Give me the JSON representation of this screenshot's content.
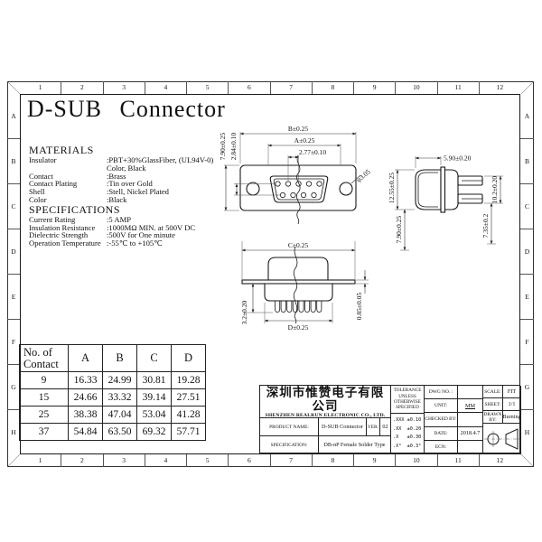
{
  "title": "D-SUB Connector",
  "frame": {
    "cols": [
      "1",
      "2",
      "3",
      "4",
      "5",
      "6",
      "7",
      "8",
      "9",
      "10",
      "11",
      "12"
    ],
    "rows": [
      "A",
      "B",
      "C",
      "D",
      "E",
      "F",
      "G",
      "H"
    ]
  },
  "materials": {
    "heading": "MATERIALS",
    "rows": [
      {
        "label": "Insulator",
        "value": ":PBT+30%GlassFiber, (UL94V-0)"
      },
      {
        "label": "",
        "value": " Color, Black"
      },
      {
        "label": "Contact",
        "value": ":Brass"
      },
      {
        "label": "Contact Plating",
        "value": ":Tin over Gold"
      },
      {
        "label": "Shell",
        "value": ":Stell, Nickel Plated"
      },
      {
        "label": "Color",
        "value": ":Black"
      }
    ]
  },
  "specifications": {
    "heading": "SPECIFICATIONS",
    "rows": [
      {
        "label": "Current Rating",
        "value": ":5 AMP"
      },
      {
        "label": "Insulation Resistance",
        "value": ":1000MΩ MIN. at 500V DC"
      },
      {
        "label": "Dielectric Strength",
        "value": ":500V for One minute"
      },
      {
        "label": "Operation Temperature",
        "value": ":-55℃ to +105℃"
      }
    ]
  },
  "contact_table": {
    "corner_header": "No. of\nContact",
    "cols": [
      "A",
      "B",
      "C",
      "D"
    ],
    "rows": [
      [
        "9",
        "16.33",
        "24.99",
        "30.81",
        "19.28"
      ],
      [
        "15",
        "24.66",
        "33.32",
        "39.14",
        "27.51"
      ],
      [
        "25",
        "38.38",
        "47.04",
        "53.04",
        "41.28"
      ],
      [
        "37",
        "54.84",
        "63.50",
        "69.32",
        "57.71"
      ]
    ]
  },
  "front_view": {
    "dim_b": "B±0.25",
    "dim_a": "A±0.25",
    "dim_pitch": "2.77±0.10",
    "dim_height": "7.90±0.25",
    "dim_row_gap": "2.84±0.10",
    "dim_hole": "φ3.05"
  },
  "side_view": {
    "dim_front_depth": "5.90±0.20",
    "dim_height": "12.55±0.25",
    "dim_lower": "7.90±0.25",
    "dim_pin_span": "10.2±0.20",
    "dim_rear": "7.35±0.2"
  },
  "bottom_view": {
    "dim_c": "C±0.25",
    "dim_d": "D±0.25",
    "dim_flange": "0.85±0.05",
    "dim_pin_len": "3.2±0.20"
  },
  "title_block": {
    "company_cn": "深圳市惟赞电子有限公司",
    "company_en": "SHENZHEN REALRUN ELECTRONIC CO., LTD.",
    "product_label": "PRODUCT NAME:",
    "product_value": "D-SUB Connector",
    "ver_label": "VER:",
    "ver_value": "02",
    "spec_label": "SPECIFICATION:",
    "spec_value": "DB-nP Female Solder Type",
    "tolerance_heading": "TOLERANCE UNLESS OTHERWISE SPECIFIED",
    "tolerances": [
      ".XXX ±0.10",
      ".XX  ±0.20",
      ".X   ±0.30",
      ".X°  ±0.3°"
    ],
    "fields": [
      {
        "label": "DWG NO. :",
        "value": ""
      },
      {
        "label": "UNIT:",
        "value": "MM"
      },
      {
        "label": "CHECKED BY:",
        "value": ""
      },
      {
        "label": "DATE:",
        "value": "2018.4.7"
      },
      {
        "label": "ECN:",
        "value": ""
      }
    ],
    "meta": [
      {
        "label": "SCALE:",
        "value": "FIT"
      },
      {
        "label": "SHEET:",
        "value": "1/1"
      },
      {
        "label": "DRAWN BY:",
        "value": "Burning"
      }
    ]
  }
}
